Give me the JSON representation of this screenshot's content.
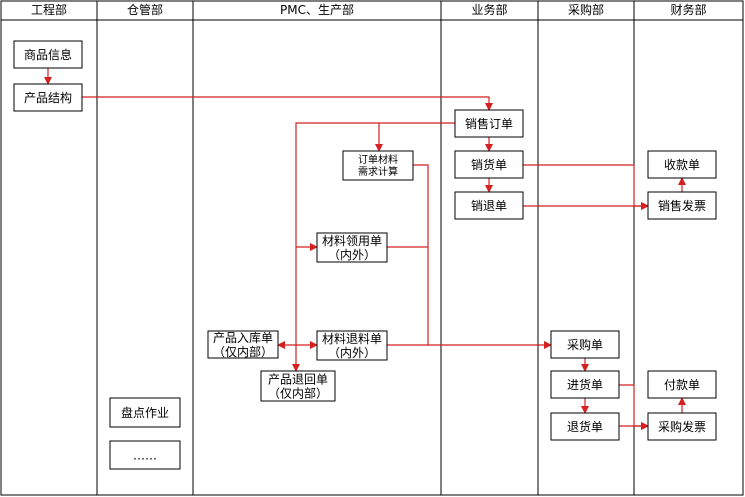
{
  "lanes": [
    {
      "id": "engineering",
      "title": "工程部"
    },
    {
      "id": "warehouse",
      "title": "仓管部"
    },
    {
      "id": "pmc",
      "title": "PMC、生产部"
    },
    {
      "id": "business",
      "title": "业务部"
    },
    {
      "id": "purchasing",
      "title": "采购部"
    },
    {
      "id": "finance",
      "title": "财务部"
    }
  ],
  "boxes": [
    {
      "id": "product_info",
      "lines": [
        "商品信息"
      ]
    },
    {
      "id": "product_structure",
      "lines": [
        "产品结构"
      ]
    },
    {
      "id": "stocktake",
      "lines": [
        "盘点作业"
      ]
    },
    {
      "id": "ellipsis",
      "lines": [
        "……"
      ]
    },
    {
      "id": "order_material_calc",
      "lines": [
        "订单材料",
        "需求计算"
      ]
    },
    {
      "id": "material_requisition",
      "lines": [
        "材料领用单",
        "（内外）"
      ]
    },
    {
      "id": "material_return",
      "lines": [
        "材料退料单",
        "（内外）"
      ]
    },
    {
      "id": "product_inbound",
      "lines": [
        "产品入库单",
        "（仅内部）"
      ]
    },
    {
      "id": "product_return",
      "lines": [
        "产品退回单",
        "（仅内部）"
      ]
    },
    {
      "id": "sales_order",
      "lines": [
        "销售订单"
      ]
    },
    {
      "id": "sales_delivery",
      "lines": [
        "销货单"
      ]
    },
    {
      "id": "sales_return",
      "lines": [
        "销退单"
      ]
    },
    {
      "id": "purchase_order",
      "lines": [
        "采购单"
      ]
    },
    {
      "id": "purchase_receipt",
      "lines": [
        "进货单"
      ]
    },
    {
      "id": "purchase_return",
      "lines": [
        "退货单"
      ]
    },
    {
      "id": "receipt",
      "lines": [
        "收款单"
      ]
    },
    {
      "id": "sales_invoice",
      "lines": [
        "销售发票"
      ]
    },
    {
      "id": "payment",
      "lines": [
        "付款单"
      ]
    },
    {
      "id": "purchase_invoice",
      "lines": [
        "采购发票"
      ]
    }
  ],
  "colors": {
    "connector": "#d42020",
    "border": "#000000",
    "background": "#ffffff"
  }
}
